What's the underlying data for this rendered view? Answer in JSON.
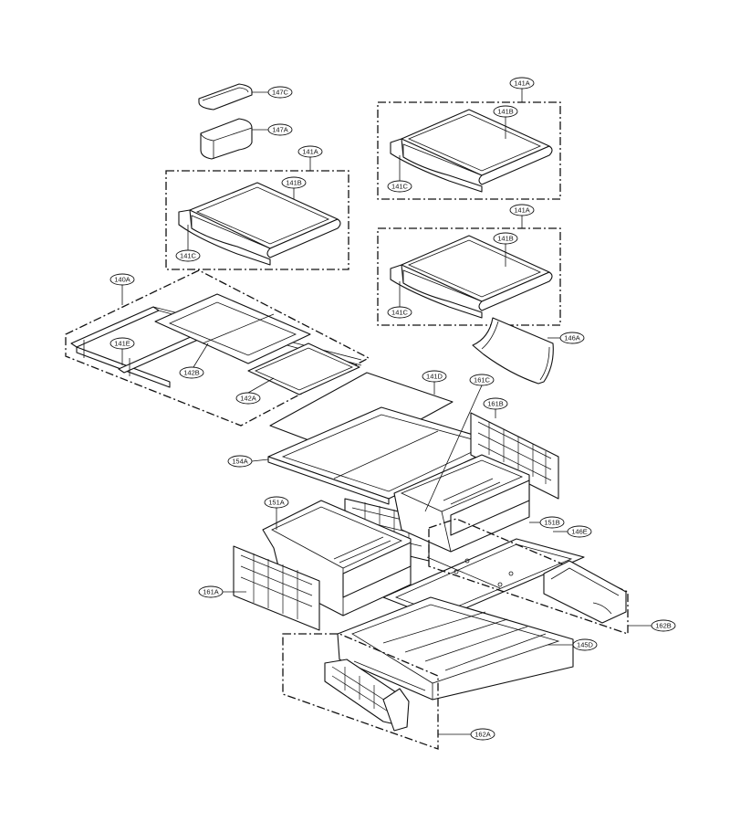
{
  "callouts": {
    "c147C": "147C",
    "c147A": "147A",
    "c141A_1": "141A",
    "c141B_1": "141B",
    "c141C_1": "141C",
    "c141A_2": "141A",
    "c141B_2": "141B",
    "c141C_2": "141C",
    "c141A_3": "141A",
    "c141B_3": "141B",
    "c141C_3": "141C",
    "c140A": "140A",
    "c141E": "141E",
    "c142B": "142B",
    "c142A": "142A",
    "c146A": "146A",
    "c141D": "141D",
    "c161C": "161C",
    "c161B": "161B",
    "c154A": "154A",
    "c151A": "151A",
    "c151B": "151B",
    "c146E": "146E",
    "c161A": "161A",
    "c162B": "162B",
    "c145D": "145D",
    "c162A": "162A"
  }
}
